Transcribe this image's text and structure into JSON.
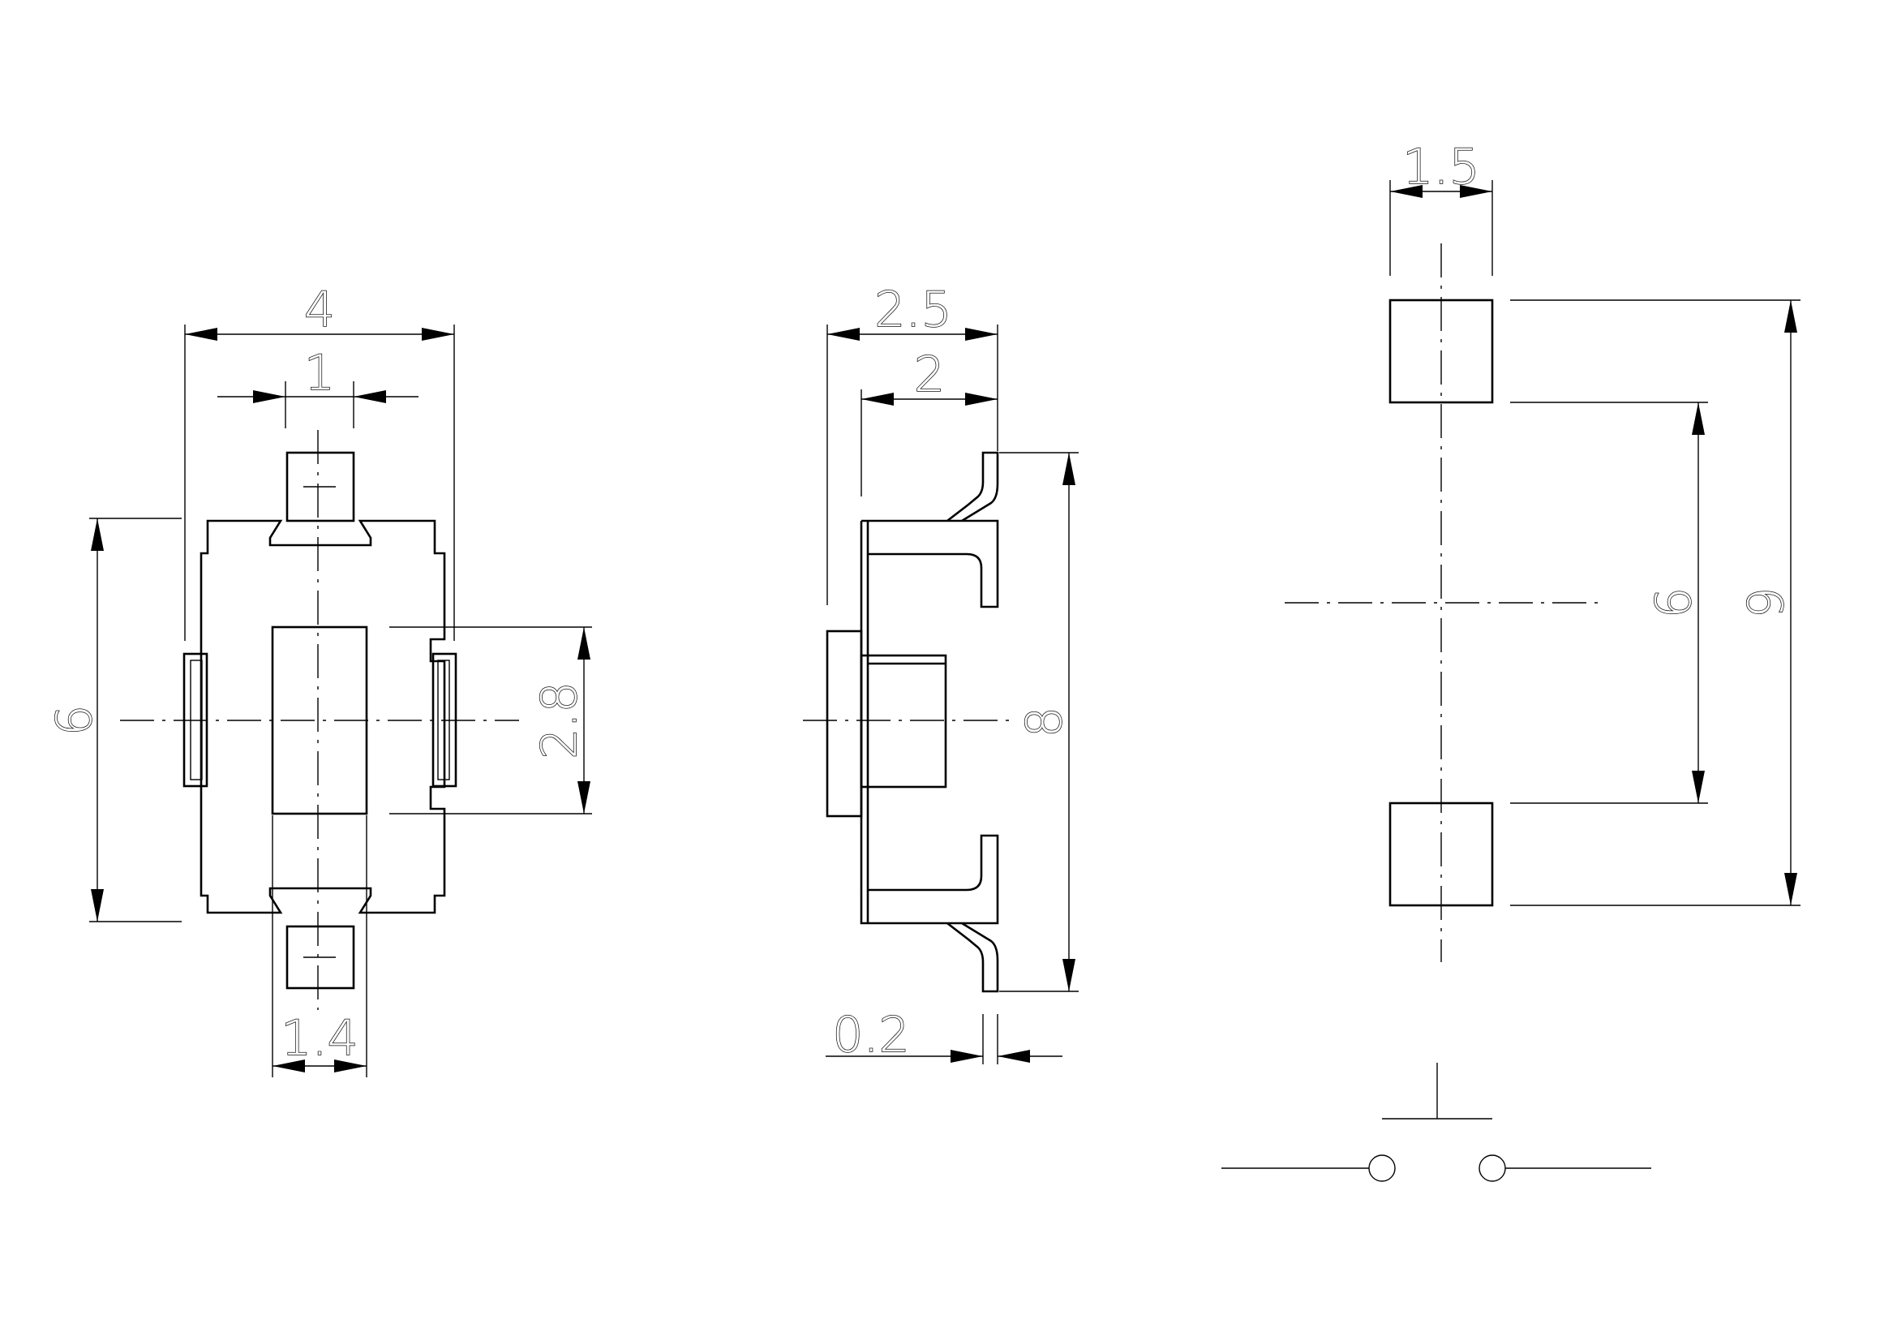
{
  "front_view": {
    "width": "4",
    "actuator_width": "1",
    "height": "6",
    "button_height": "2.8",
    "terminal_width": "1.4"
  },
  "side_view": {
    "depth": "2.5",
    "body_depth": "2",
    "length": "8",
    "terminal_thickness": "0.2"
  },
  "pad_layout": {
    "pad_width": "1.5",
    "inner_span": "6",
    "outer_span": "9"
  },
  "schematic": {
    "symbol": "normally-open push switch"
  }
}
